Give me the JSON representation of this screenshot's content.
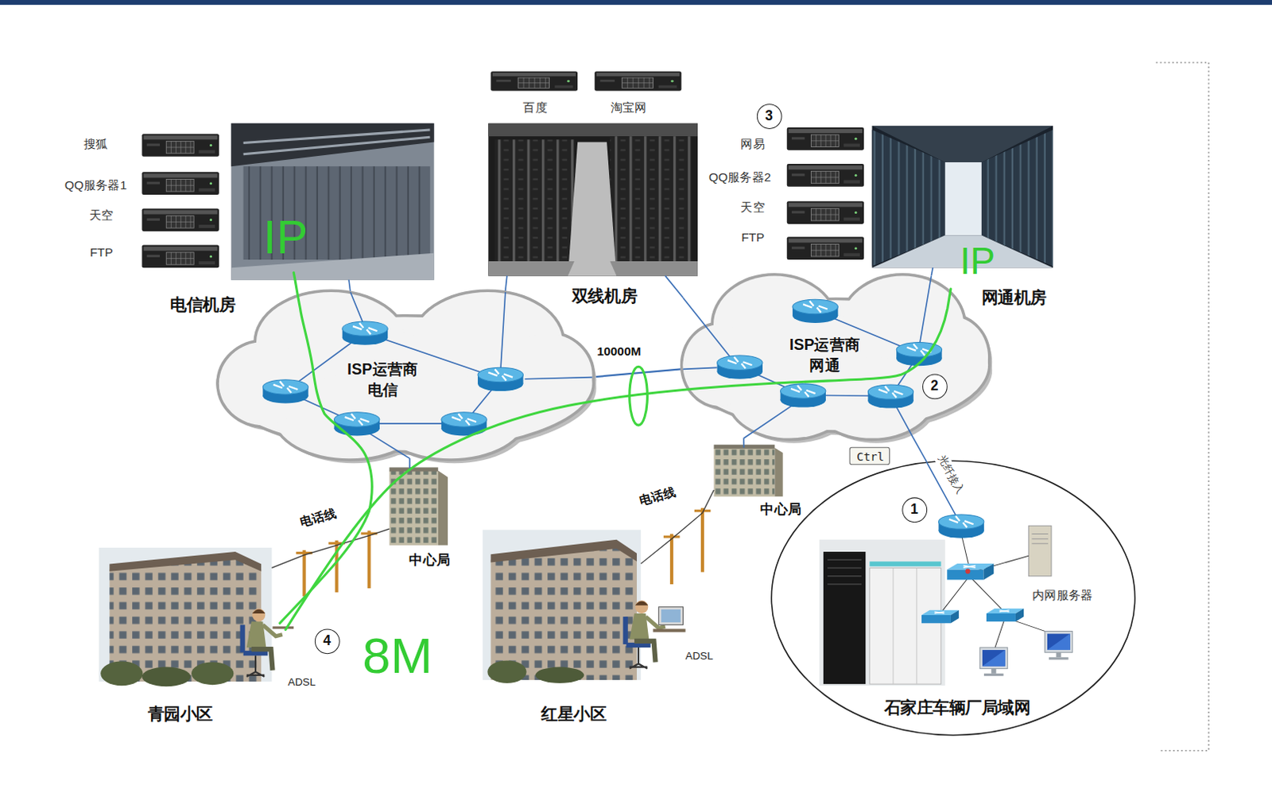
{
  "diagram": {
    "nodes": [
      {
        "text": [
          "电信机房"
        ]
      },
      {
        "text": [
          "双线机房"
        ]
      },
      {
        "text": [
          "网通机房"
        ]
      },
      {
        "text": [
          "ISP运营商 电信"
        ]
      },
      {
        "text": [
          "ISP运营商 网通"
        ]
      },
      {
        "text": [
          "Ctrl"
        ]
      },
      {
        "text": [
          "中心局"
        ]
      },
      {
        "text": [
          "中心局"
        ]
      },
      {
        "text": [
          "石家庄车辆厂局域网"
        ]
      },
      {
        "text": [
          "青园小区"
        ]
      },
      {
        "text": [
          "红星小区"
        ]
      }
    ],
    "edges": [
      {
        "from": 0,
        "to": 3,
        "arrow": "none"
      },
      {
        "from": 1,
        "to": 3,
        "arrow": "none"
      },
      {
        "from": 1,
        "to": 4,
        "arrow": "none"
      },
      {
        "from": 2,
        "to": 4,
        "arrow": "none"
      },
      {
        "from": 3,
        "to": 4,
        "label": "10000M",
        "arrow": "none"
      },
      {
        "from": 4,
        "to": 8,
        "label": "光纤接入",
        "arrow": "none"
      },
      {
        "from": 7,
        "to": 3,
        "arrow": "none"
      },
      {
        "from": 6,
        "to": 4,
        "arrow": "none"
      },
      {
        "from": 9,
        "to": 7,
        "label": "电话线",
        "arrow": "none"
      },
      {
        "from": 10,
        "to": 6,
        "label": "电话线",
        "arrow": "none"
      }
    ],
    "labels": [
      "搜狐",
      "QQ服务器1",
      "天空",
      "FTP",
      "百度",
      "淘宝网",
      "3",
      "网易",
      "QQ服务器2",
      "天空",
      "FTP",
      "IP",
      "IP",
      "2",
      "1",
      "内网服务器",
      "ADSL",
      "4",
      "8M",
      "ADSL"
    ]
  }
}
